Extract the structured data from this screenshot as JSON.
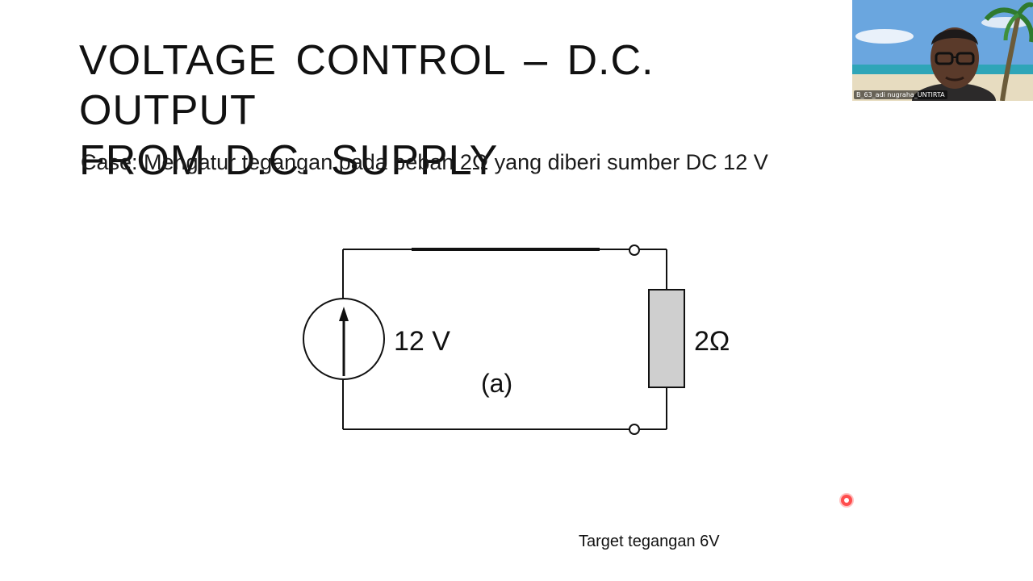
{
  "slide": {
    "title_line1": "VOLTAGE CONTROL – D.C. OUTPUT",
    "title_line2": "FROM D.C. SUPPLY",
    "subtitle": "Case: Mengatur tegangan pada beban 2Ω yang diberi sumber DC 12 V",
    "note": "Target tegangan 6V"
  },
  "circuit": {
    "source_label": "12 V",
    "load_label": "2Ω",
    "figure_label": "(a)",
    "load_fill_color": "#cfcfcf",
    "wire_color": "#111111"
  },
  "webcam": {
    "participant_name": "B_63_adi nugraha_UNTIRTA"
  },
  "pointer": {
    "color": "#ff4d4d",
    "icon": "laser-pointer-icon"
  }
}
